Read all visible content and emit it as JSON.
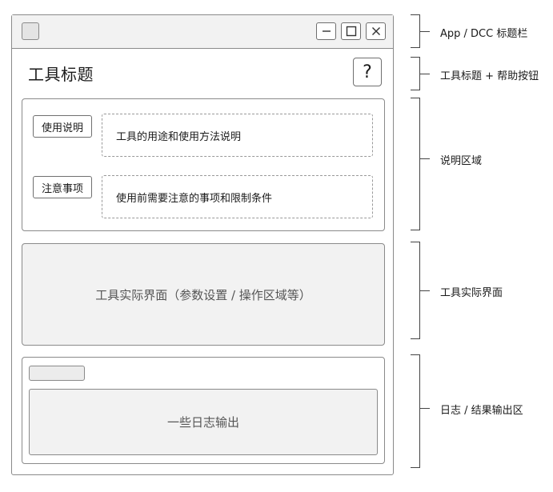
{
  "window": {
    "tool_title": "工具标题",
    "help_label": "?"
  },
  "description": {
    "items": [
      {
        "button_label": "使用说明",
        "text": "工具的用途和使用方法说明"
      },
      {
        "button_label": "注意事项",
        "text": "使用前需要注意的事项和限制条件"
      }
    ]
  },
  "tool_area": {
    "label": "工具实际界面（参数设置 / 操作区域等）"
  },
  "log": {
    "tab_label": "",
    "output_label": "一些日志输出"
  },
  "annotations": [
    "App / DCC 标题栏",
    "工具标题 + 帮助按钮",
    "说明区域",
    "工具实际界面",
    "日志 / 结果输出区"
  ],
  "icons": {
    "minimize": "minimize-icon",
    "maximize": "maximize-icon",
    "close": "close-icon",
    "app": "app-icon"
  },
  "colors": {
    "border": "#8a8a8a",
    "panel_fill": "#f2f2f2",
    "text": "#1a1a1a",
    "muted_text": "#555555"
  }
}
